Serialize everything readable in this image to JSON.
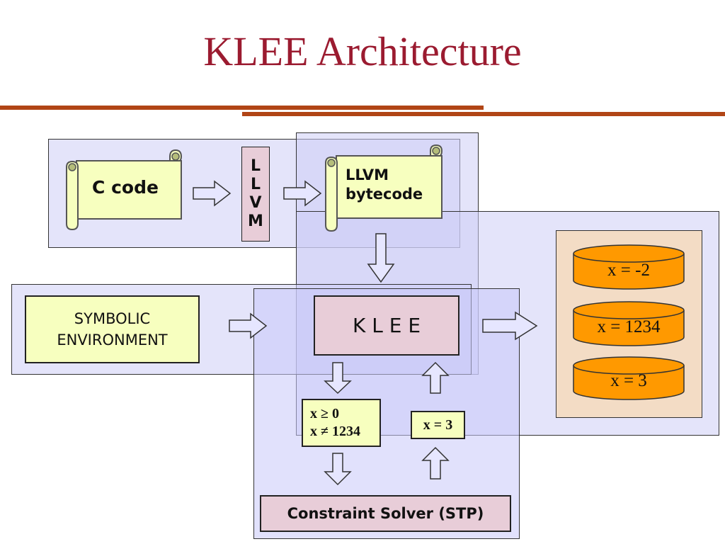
{
  "title": "KLEE Architecture",
  "front_end": {
    "source_label": "C code",
    "compiler_letters": [
      "L",
      "L",
      "V",
      "M"
    ],
    "bytecode_label_lines": [
      "LLVM",
      "bytecode"
    ]
  },
  "symbolic_environment_lines": [
    "SYMBOLIC",
    "ENVIRONMENT"
  ],
  "engine_label": "K L E E",
  "outputs": [
    "x = -2",
    "x = 1234",
    "x = 3"
  ],
  "constraints_lines": [
    "x ≥ 0",
    "x ≠ 1234"
  ],
  "solution_label": "x = 3",
  "solver_label": "Constraint Solver (STP)",
  "colors": {
    "title": "#9b1b30",
    "rule": "#b14516",
    "panel": "#cdcdf5",
    "yellow_box": "#f7ffbf",
    "pink_box": "#e8cdd8",
    "output_panel": "#f3dcc5",
    "drum": "#ff9900"
  },
  "icons": [
    "scroll-icon",
    "arrow-right-icon",
    "arrow-down-icon",
    "arrow-up-icon",
    "database-cylinder-icon"
  ]
}
